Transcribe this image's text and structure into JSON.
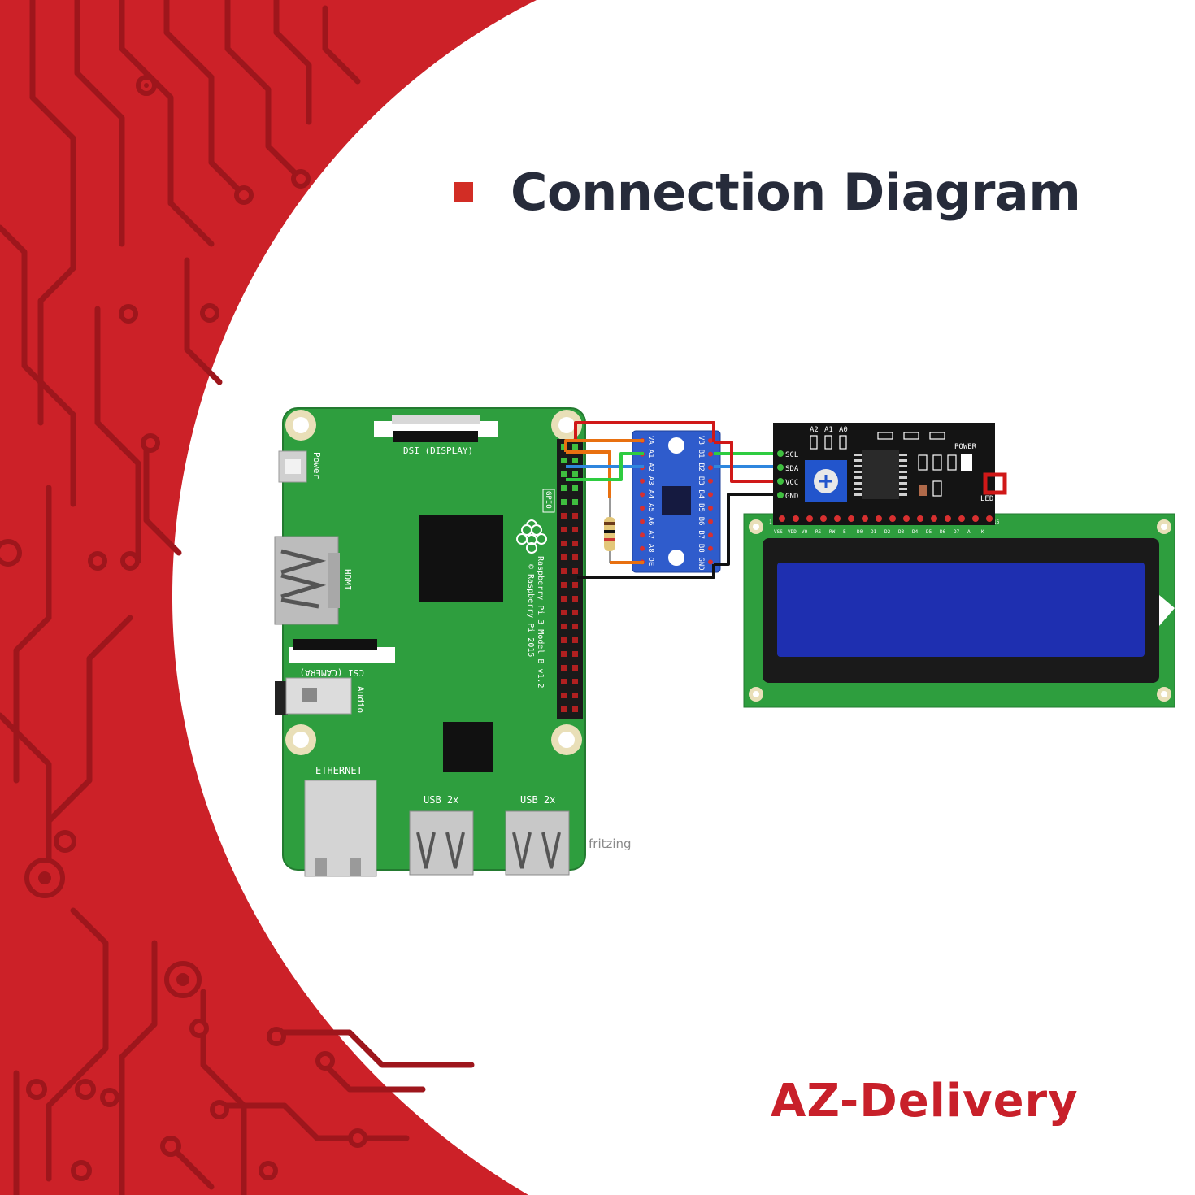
{
  "title": "Connection Diagram",
  "colors": {
    "accent_red": "#d22d25",
    "background_red": "#cc2128",
    "title_text": "#262b3a",
    "pcb_green": "#2e9e3e",
    "lcd_blue": "#1e2fb0",
    "level_shifter_blue": "#2f5ccc",
    "brand_red": "#c8202a"
  },
  "raspberry_pi": {
    "dsi_label": "DSI (DISPLAY)",
    "power_label": "Power",
    "hdmi_label": "HDMI",
    "csi_label": "CSI (CAMERA)",
    "audio_label": "Audio",
    "gpio_label": "GPIO",
    "model_line1": "Raspberry Pi 3 Model B v1.2",
    "model_line2": "© Raspberry Pi 2015",
    "ethernet_label": "ETHERNET",
    "usb_label_1": "USB 2x",
    "usb_label_2": "USB 2x",
    "logo_icon": "raspberry-logo-icon"
  },
  "level_shifter": {
    "left_pins": [
      "VA",
      "A1",
      "A2",
      "A3",
      "A4",
      "A5",
      "A6",
      "A7",
      "A8",
      "OE"
    ],
    "right_pins": [
      "VB",
      "B1",
      "B2",
      "B3",
      "B4",
      "B5",
      "B6",
      "B7",
      "B8",
      "GND"
    ]
  },
  "i2c_module": {
    "address_pins": [
      "A2",
      "A1",
      "A0"
    ],
    "power_label": "POWER",
    "pins": [
      "SCL",
      "SDA",
      "VCC",
      "GND"
    ],
    "led_label": "LED"
  },
  "lcd": {
    "pin_labels": [
      "VSS",
      "VDD",
      "VO",
      "RS",
      "RW",
      "E",
      "D0",
      "D1",
      "D2",
      "D3",
      "D4",
      "D5",
      "D6",
      "D7",
      "A",
      "K"
    ],
    "pin_start": "1",
    "pin_end": "16"
  },
  "fritzing_label": "fritzing",
  "brand": "AZ-Delivery"
}
